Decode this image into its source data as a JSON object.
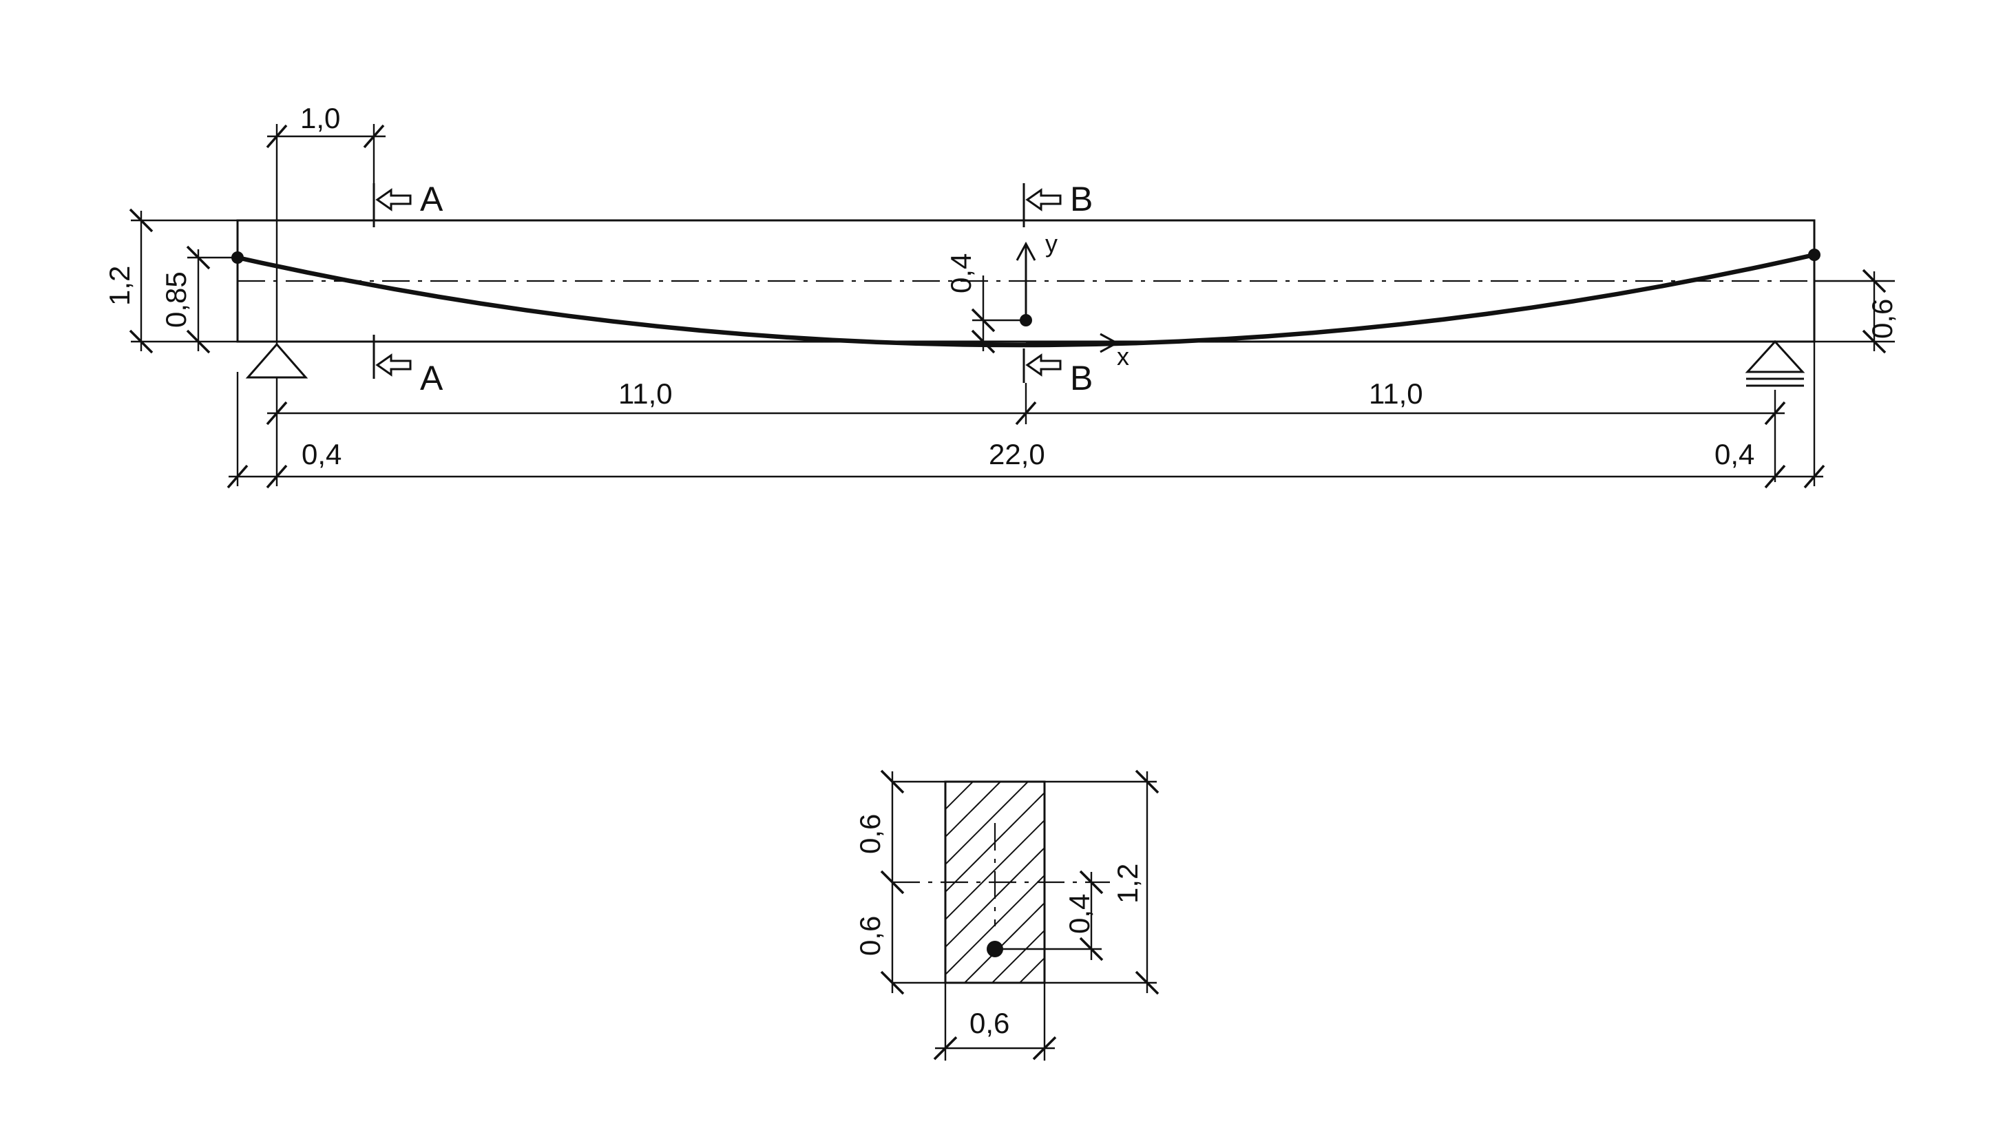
{
  "elevation": {
    "dims": {
      "d_1_0": "1,0",
      "d_1_2_left": "1,2",
      "d_0_85": "0,85",
      "d_0_4_mid": "0,4",
      "d_0_6_right": "0,6",
      "d_11_left": "11,0",
      "d_11_right": "11,0",
      "d_0_4_left": "0,4",
      "d_22": "22,0",
      "d_0_4_right": "0,4"
    },
    "section_marks": {
      "a_top": "A",
      "a_bottom": "A",
      "b_top": "B",
      "b_bottom": "B"
    },
    "axes": {
      "x": "x",
      "y": "y"
    }
  },
  "cross_section": {
    "dims": {
      "d_0_6_upper": "0,6",
      "d_0_6_lower": "0,6",
      "d_1_2": "1,2",
      "d_0_4": "0,4",
      "d_0_6_width": "0,6"
    }
  }
}
